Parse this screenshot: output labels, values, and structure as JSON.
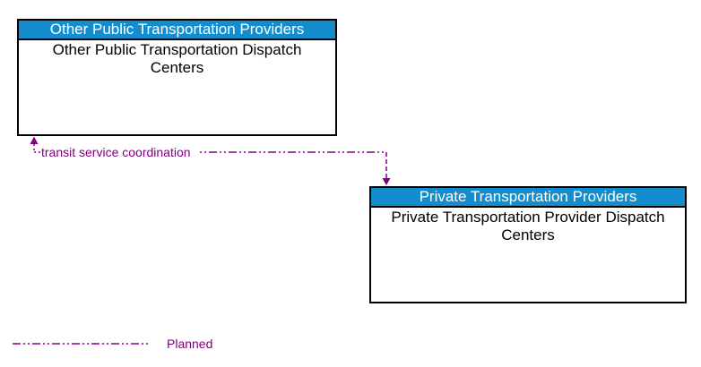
{
  "diagram": {
    "boxes": [
      {
        "header": "Other Public Transportation Providers",
        "body": "Other Public Transportation Dispatch Centers"
      },
      {
        "header": "Private Transportation Providers",
        "body": "Private Transportation Provider Dispatch Centers"
      }
    ],
    "connection": {
      "label": "transit service coordination",
      "status": "Planned",
      "from": "Private Transportation Provider Dispatch Centers",
      "to": "Other Public Transportation Dispatch Centers"
    },
    "legend": {
      "label": "Planned"
    },
    "colors": {
      "header_bg": "#148DCE",
      "header_text": "#FFFFFF",
      "flow_line": "#800080",
      "box_border": "#000000",
      "body_text": "#000000",
      "background": "#FFFFFF"
    }
  }
}
